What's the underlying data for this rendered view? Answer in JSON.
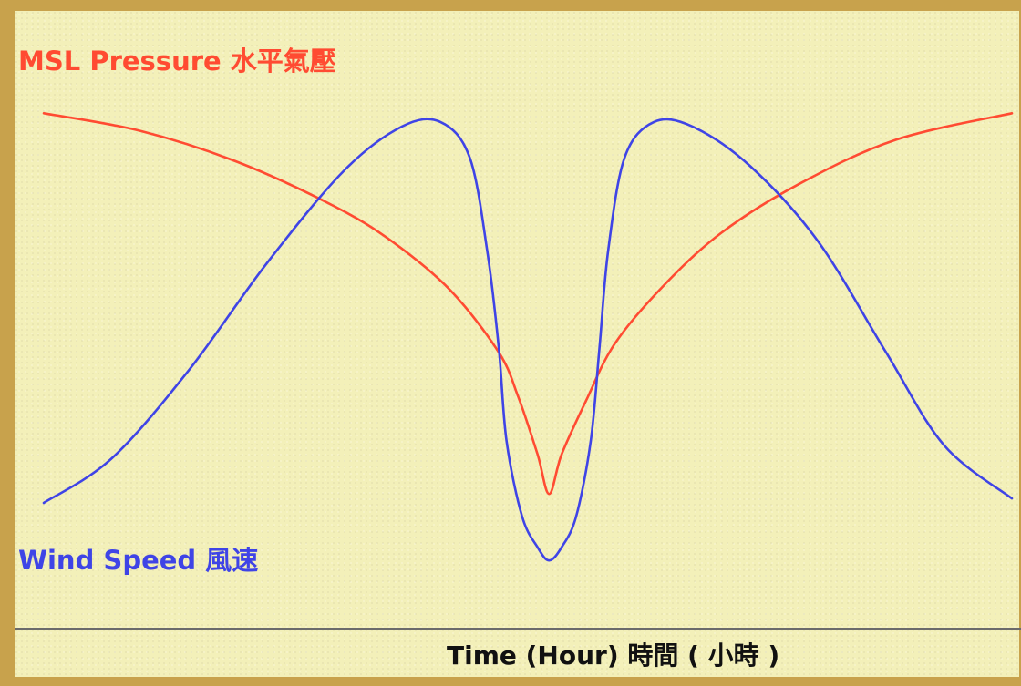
{
  "chart_data": {
    "type": "line",
    "title": "",
    "xlabel": "Time (Hour) 時間 ( 小時 )",
    "ylabel": "",
    "grid": false,
    "legend": "inline-left",
    "x_range": [
      0,
      100
    ],
    "y_range": [
      0,
      100
    ],
    "series": [
      {
        "name": "MSL Pressure 水平氣壓",
        "color": "#ff4b32",
        "points": [
          [
            0,
            95
          ],
          [
            10,
            91
          ],
          [
            20,
            84
          ],
          [
            30,
            74
          ],
          [
            36,
            66
          ],
          [
            42,
            55
          ],
          [
            47,
            41
          ],
          [
            49,
            31
          ],
          [
            51,
            18
          ],
          [
            52.2,
            9
          ],
          [
            53.5,
            18
          ],
          [
            56,
            30
          ],
          [
            59,
            43
          ],
          [
            64,
            56
          ],
          [
            70,
            68
          ],
          [
            78,
            79
          ],
          [
            88,
            89
          ],
          [
            100,
            95
          ]
        ]
      },
      {
        "name": "Wind Speed 風速",
        "color": "#3f44e6",
        "points": [
          [
            0,
            7
          ],
          [
            7,
            17
          ],
          [
            15,
            37
          ],
          [
            23,
            61
          ],
          [
            31,
            82
          ],
          [
            37,
            92
          ],
          [
            41,
            93
          ],
          [
            44,
            85
          ],
          [
            45.8,
            64
          ],
          [
            47,
            42
          ],
          [
            47.8,
            21
          ],
          [
            49.4,
            4
          ],
          [
            51,
            -3
          ],
          [
            52.2,
            -6
          ],
          [
            53.5,
            -3
          ],
          [
            55,
            4
          ],
          [
            56.5,
            21
          ],
          [
            57.4,
            42
          ],
          [
            58.3,
            64
          ],
          [
            60,
            85
          ],
          [
            63,
            93
          ],
          [
            67,
            92
          ],
          [
            73,
            83
          ],
          [
            80,
            66
          ],
          [
            87,
            41
          ],
          [
            93,
            20
          ],
          [
            100,
            8
          ]
        ]
      }
    ]
  }
}
